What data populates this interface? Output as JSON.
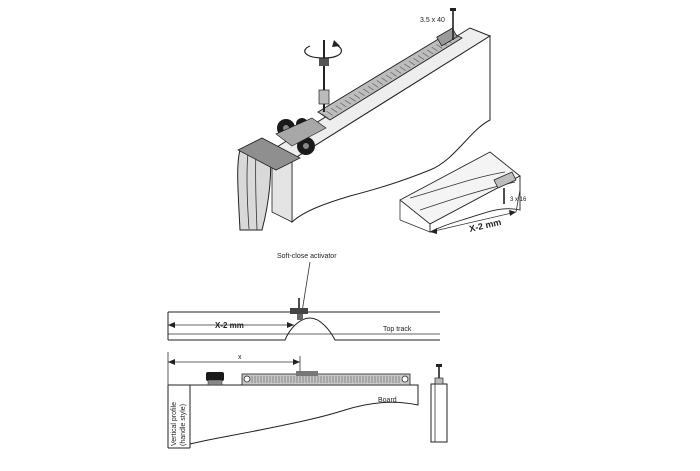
{
  "labels": {
    "screw_top": "3.5 x 40",
    "screw_detail": "3 x 16",
    "dim_detail": "X-2 mm",
    "soft_close": "Soft-close activator",
    "dim_track": "X-2 mm",
    "top_track": "Top track",
    "dim_x": "x",
    "board": "Board",
    "vertical_profile_1": "Vertical profile",
    "vertical_profile_2": "(handle style)"
  },
  "colors": {
    "line": "#222222",
    "shade": "#cfcfcf",
    "dark": "#1a1a1a"
  }
}
